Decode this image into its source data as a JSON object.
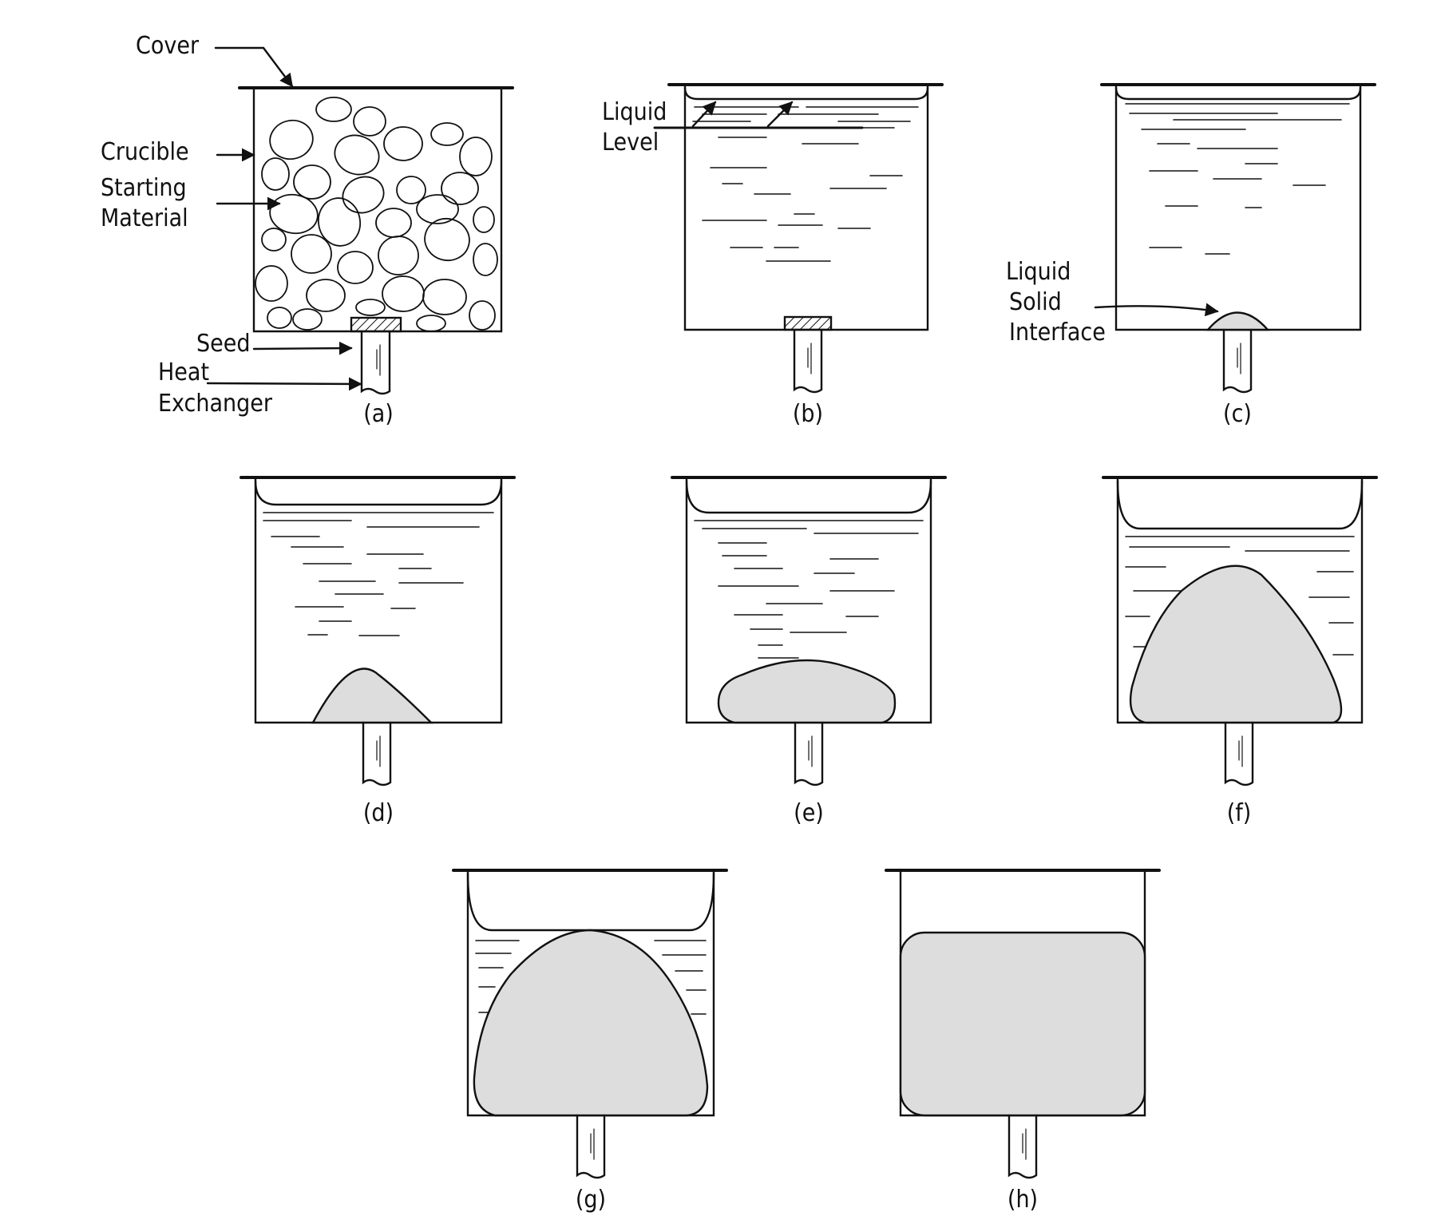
{
  "labels": {
    "cover": "Cover",
    "crucible": "Crucible",
    "starting": "Starting",
    "material": "Material",
    "seed": "Seed",
    "heat": "Heat",
    "exchanger": "Exchanger",
    "liquid_b": "Liquid",
    "level": "Level",
    "liquid_c": "Liquid",
    "solid": "Solid",
    "interface": "Interface"
  },
  "captions": {
    "a": "(a)",
    "b": "(b)",
    "c": "(c)",
    "d": "(d)",
    "e": "(e)",
    "f": "(f)",
    "g": "(g)",
    "h": "(h)"
  },
  "colors": {
    "ink": "#111111",
    "paper": "#ffffff"
  }
}
